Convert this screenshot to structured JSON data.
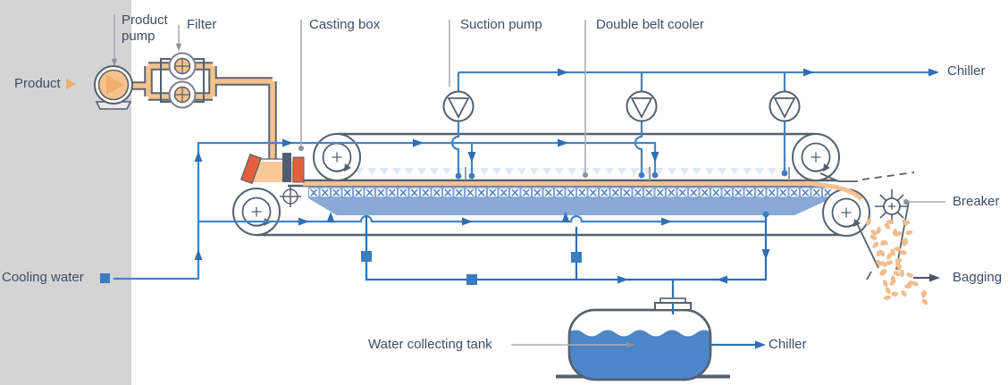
{
  "labels": {
    "product": "Product",
    "product_pump": "Product pump",
    "filter": "Filter",
    "casting_box": "Casting box",
    "suction_pump": "Suction pump",
    "double_belt_cooler": "Double belt cooler",
    "chiller_top": "Chiller",
    "breaker": "Breaker",
    "bagging": "Bagging",
    "cooling_water": "Cooling water",
    "water_collecting_tank": "Water collecting tank",
    "chiller_bottom": "Chiller"
  },
  "colors": {
    "machine_gray": "#55606e",
    "leader_gray": "#a9adb3",
    "pipe_blue": "#4384c6",
    "pipe_blue_dark": "#2f6fb5",
    "product_orange": "#f6c38c",
    "product_strip_orange": "#f3c291",
    "red_orange": "#e2603c",
    "basin_blue": "#8aa9d6",
    "water_blue": "#4a86c8",
    "panel_gray": "#d4d4d4",
    "label_text": "#3d4e66"
  },
  "icons": {
    "product_pump": "pump-circle-on-base",
    "filter": "dual-strainer-manifold",
    "suction_pump": "circle-triangle-pump",
    "belt_roller": "concentric-roller-with-rotation-arrow",
    "breaker": "spoked-crusher-wheel",
    "water_collecting_tank": "horizontal-cylinder-tank",
    "cooling_water_marker": "blue-square",
    "product_marker": "orange-triangle"
  }
}
